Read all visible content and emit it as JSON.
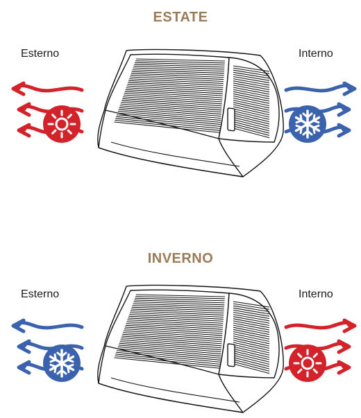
{
  "colors": {
    "title": "#9a7b57",
    "warm": "#d4222b",
    "cool": "#3a62ad",
    "outline": "#111111"
  },
  "panels": [
    {
      "id": "summer",
      "title": "ESTATE",
      "left_label": "Esterno",
      "right_label": "Interno",
      "left_icon": "sun-icon",
      "right_icon": "snowflake-icon",
      "left_arrow_color": "warm",
      "right_arrow_color": "cool"
    },
    {
      "id": "winter",
      "title": "INVERNO",
      "left_label": "Esterno",
      "right_label": "Interno",
      "left_icon": "snowflake-icon",
      "right_icon": "sun-icon",
      "left_arrow_color": "cool",
      "right_arrow_color": "warm"
    }
  ]
}
